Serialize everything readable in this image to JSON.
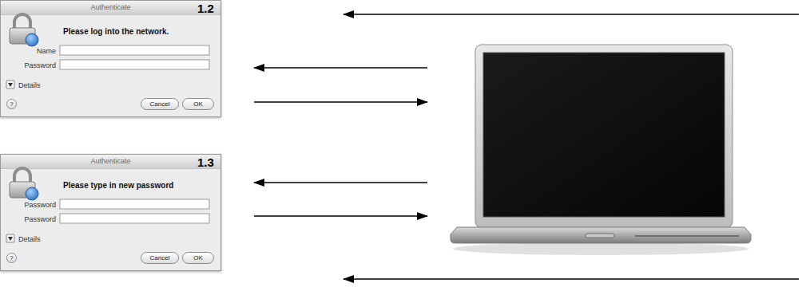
{
  "diagram": {
    "nodes": [
      {
        "text": [
          "Authenticate",
          "Please log into the network.",
          "Name",
          "Password",
          "Details"
        ]
      },
      {
        "text": [
          "?"
        ],
        "in": 0
      },
      {
        "text": [
          "Cancel"
        ],
        "in": 0
      },
      {
        "text": [
          "OK"
        ],
        "in": 0
      },
      {
        "text": [
          "Authenticate",
          "Please type in new password",
          "Password",
          "Password",
          "Details"
        ]
      },
      {
        "text": [
          "?"
        ],
        "in": 4
      },
      {
        "text": [
          "Cancel"
        ],
        "in": 4
      },
      {
        "text": [
          "OK"
        ],
        "in": 4
      }
    ],
    "labels": [
      "1.2",
      "1.3"
    ]
  }
}
